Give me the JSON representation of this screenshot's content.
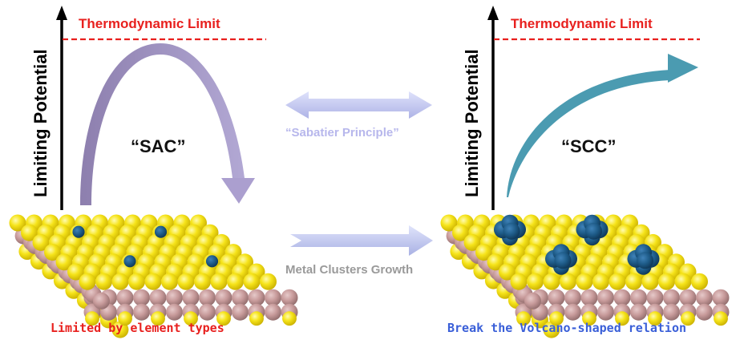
{
  "figure": {
    "left_panel": {
      "axis_label": "Limiting Potential",
      "limit_label": "Thermodynamic Limit",
      "catalyst_label": "“SAC”",
      "curve_shape": "volcano",
      "caption": "Limited by element types",
      "caption_color": "#e8201e",
      "curve_color": "#9a8fb8",
      "dopant": {
        "type": "single-atom",
        "count": 4
      }
    },
    "right_panel": {
      "axis_label": "Limiting Potential",
      "limit_label": "Thermodynamic Limit",
      "catalyst_label": "“SCC”",
      "curve_shape": "monotonic-rising",
      "caption": "Break the Volcano-shaped relation",
      "caption_color": "#3a5fd8",
      "curve_color": "#4a9ab0",
      "dopant": {
        "type": "cluster",
        "count": 4
      }
    },
    "middle": {
      "principle_label": "“Sabatier Principle”",
      "principle_arrow": "double-headed",
      "growth_label": "Metal Clusters Growth",
      "growth_arrow": "right"
    },
    "colors": {
      "limit_line": "#e8201e",
      "axis": "#000000",
      "top_atom": "#f5e21a",
      "substrate_atom": "#c79a9a",
      "dopant_atom": "#1d5a86",
      "principle_arrow": "#c7cbf2",
      "growth_arrow": "#c4cbf0"
    }
  }
}
